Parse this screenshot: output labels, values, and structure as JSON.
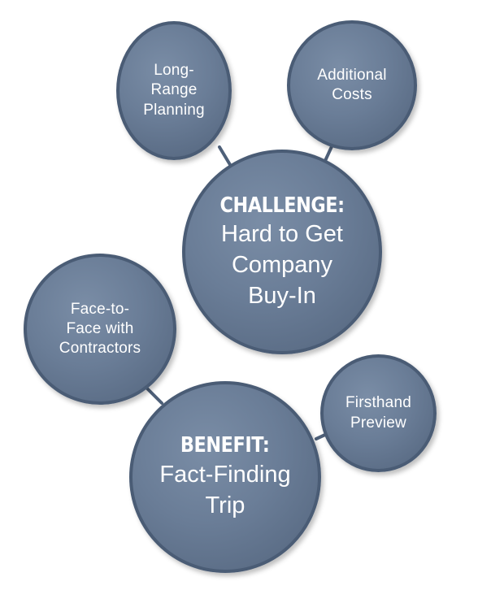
{
  "nodes": {
    "long_range": {
      "lines": [
        "Long-",
        "Range",
        "Planning"
      ]
    },
    "costs": {
      "lines": [
        "Additional",
        "Costs"
      ]
    },
    "challenge": {
      "heading": "CHALLENGE:",
      "lines": [
        "Hard to Get",
        "Company",
        "Buy-In"
      ]
    },
    "face": {
      "lines": [
        "Face-to-",
        "Face with",
        "Contractors"
      ]
    },
    "preview": {
      "lines": [
        "Firsthand",
        "Preview"
      ]
    },
    "benefit": {
      "heading": "BENEFIT:",
      "lines": [
        "Fact-Finding",
        "Trip"
      ]
    }
  },
  "colors": {
    "bubble_fill": "#6a7d97",
    "bubble_border": "#4a5c75",
    "connector": "#4e6079",
    "text": "#ffffff"
  }
}
